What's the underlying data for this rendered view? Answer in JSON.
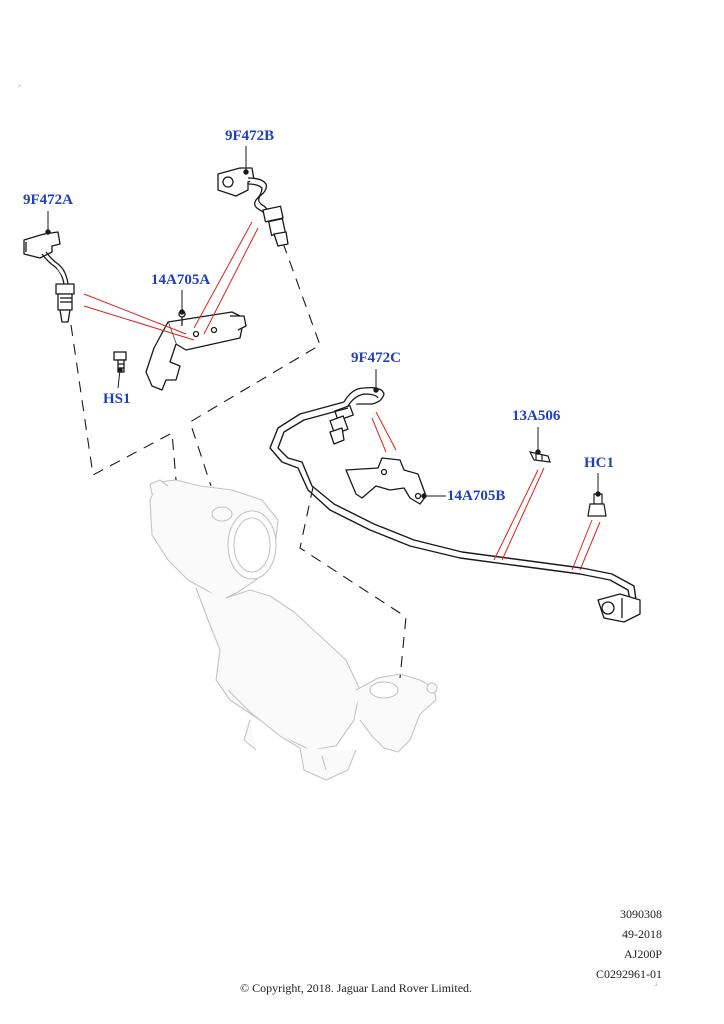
{
  "callouts": {
    "c1": "9F472B",
    "c2": "9F472A",
    "c3": "14A705A",
    "c4": "HS1",
    "c5": "9F472C",
    "c6": "13A506",
    "c7": "HC1",
    "c8": "14A705B"
  },
  "meta": {
    "line1": "3090308",
    "line2": "49-2018",
    "line3": "AJ200P",
    "line4": "C0292961-01"
  },
  "copyright": "© Copyright, 2018. Jaguar Land Rover Limited.",
  "colors": {
    "callout": "#1f3fbf",
    "leader": "#e0201c",
    "ghost": "#bdbdbd",
    "part": "#1a1a1a"
  }
}
